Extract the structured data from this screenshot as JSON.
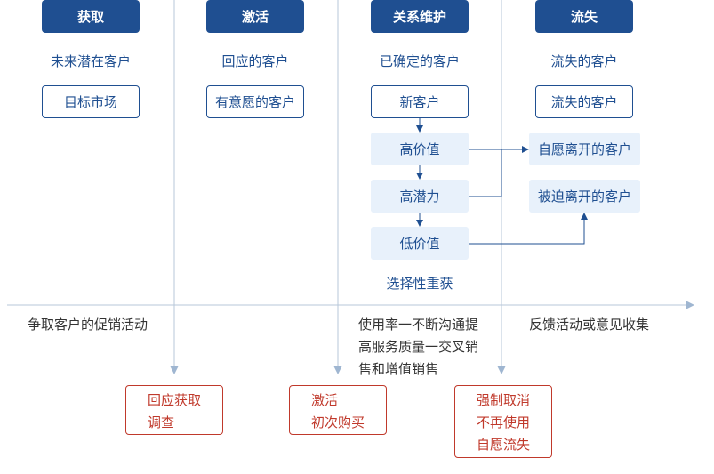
{
  "stages": [
    {
      "tab": "获取",
      "subtitle": "未来潜在客户"
    },
    {
      "tab": "激活",
      "subtitle": "回应的客户"
    },
    {
      "tab": "关系维护",
      "subtitle": "已确定的客户"
    },
    {
      "tab": "流失",
      "subtitle": "流失的客户"
    }
  ],
  "boxes": {
    "acquire_target": "目标市场",
    "activate_intent": "有意愿的客户",
    "new_customer": "新客户",
    "high_value": "高价值",
    "high_potential": "高潜力",
    "low_value": "低价值",
    "churn_customer": "流失的客户",
    "voluntary_leave": "自愿离开的客户",
    "forced_leave": "被迫离开的客户"
  },
  "reacquire_label": "选择性重获",
  "activities": {
    "acquire": "争取客户的促销活动",
    "maintain": [
      "使用率一不断沟通提",
      "高服务质量一交叉销",
      "售和增值销售"
    ],
    "churn": "反馈活动或意见收集"
  },
  "red_boxes": [
    {
      "lines": [
        "回应获取",
        "调查"
      ]
    },
    {
      "lines": [
        "激活",
        "初次购买"
      ]
    },
    {
      "lines": [
        "强制取消",
        "不再使用",
        "自愿流失"
      ]
    }
  ],
  "colors": {
    "primary": "#1f4f91",
    "light_fill": "#e8f1fb",
    "red": "#c0392b",
    "guide": "#b7c7da"
  }
}
